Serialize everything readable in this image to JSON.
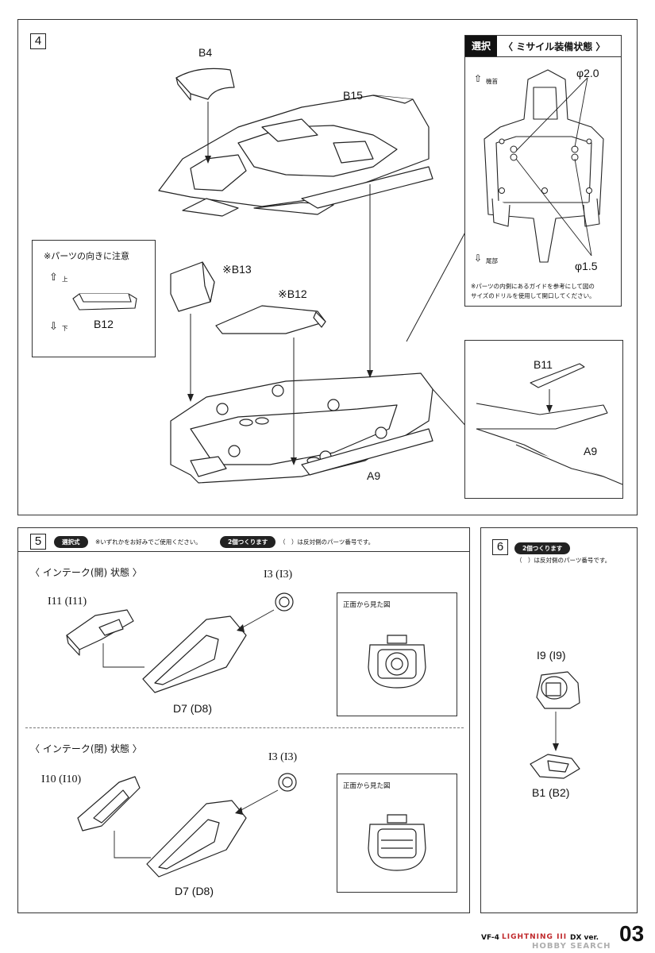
{
  "step4": {
    "number": "4",
    "parts": {
      "b4": "B4",
      "b15": "B15",
      "b13": "※B13",
      "b12": "※B12",
      "a9": "A9"
    },
    "note_box": {
      "title": "※パーツの向きに注意",
      "up": "上",
      "down": "下",
      "part": "B12"
    },
    "select_box": {
      "tag": "選択",
      "title": "〈 ミサイル装備状態 〉",
      "nose": "機首",
      "tail": "尾部",
      "drill_large": "φ2.0",
      "drill_small": "φ1.5",
      "note_line1": "※パーツの内側にあるガイドを参考にして図の",
      "note_line2": "サイズのドリルを使用して開口してください。"
    },
    "detail": {
      "b11": "B11",
      "a9": "A9"
    }
  },
  "step5": {
    "number": "5",
    "select_pill": "選択式",
    "select_note": "※いずれかをお好みでご使用ください。",
    "make_two_pill": "2個つくります",
    "paren_note": "（　）は反対側のパーツ番号です。",
    "open": {
      "title": "〈 インテーク(開) 状態 〉",
      "i11": "I11 (I11)",
      "i3": "I3 (I3)",
      "d7": "D7 (D8)",
      "front_view": "正面から見た図"
    },
    "closed": {
      "title": "〈 インテーク(閉) 状態 〉",
      "i10": "I10 (I10)",
      "i3": "I3 (I3)",
      "d7": "D7 (D8)",
      "front_view": "正面から見た図"
    }
  },
  "step6": {
    "number": "6",
    "make_two_pill": "2個つくります",
    "paren_note": "（　）は反対側のパーツ番号です。",
    "i9": "I9 (I9)",
    "b1": "B1 (B2)"
  },
  "footer": {
    "model": "VF-4",
    "brand": "LIGHTNING III",
    "edition": "DX ver.",
    "page": "03",
    "watermark": "HOBBY SEARCH"
  }
}
